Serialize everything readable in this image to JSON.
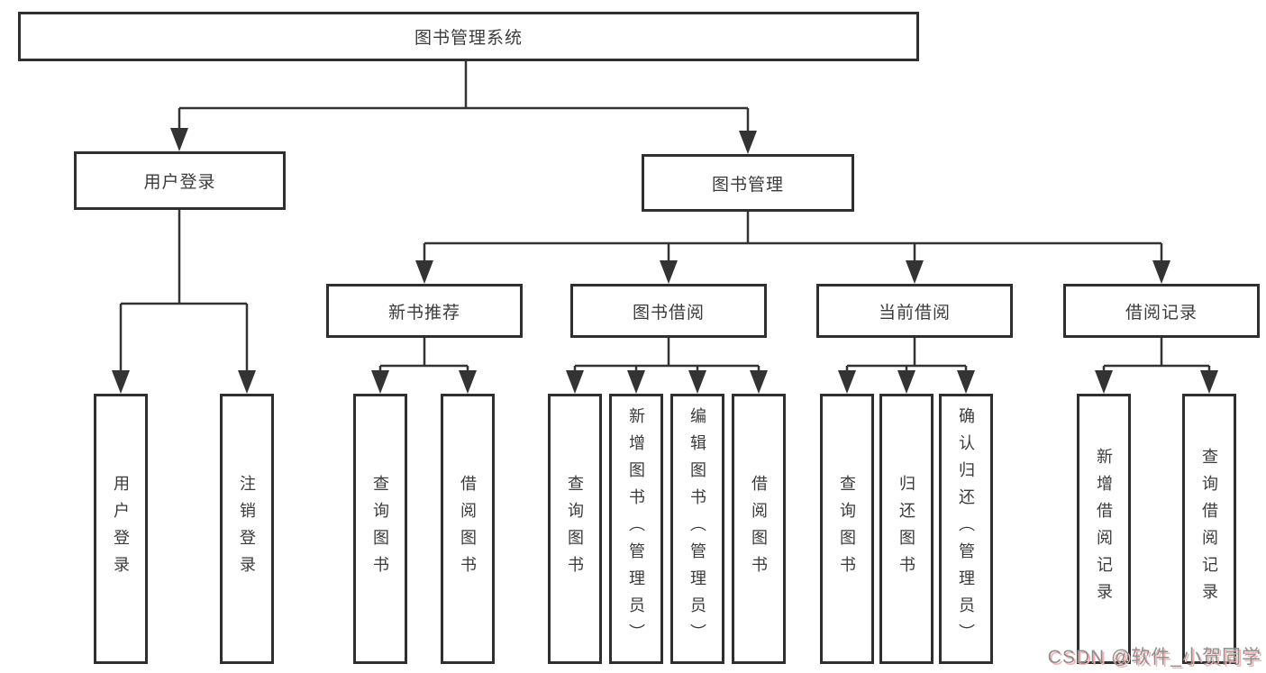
{
  "diagram": {
    "type": "tree",
    "root": {
      "label": "图书管理系统",
      "children": [
        {
          "label": "用户登录",
          "children": [
            {
              "label": "用户登录"
            },
            {
              "label": "注销登录"
            }
          ]
        },
        {
          "label": "图书管理",
          "children": [
            {
              "label": "新书推荐",
              "children": [
                {
                  "label": "查询图书"
                },
                {
                  "label": "借阅图书"
                }
              ]
            },
            {
              "label": "图书借阅",
              "children": [
                {
                  "label": "查询图书"
                },
                {
                  "label": "新增图书（管理员）"
                },
                {
                  "label": "编辑图书（管理员）"
                },
                {
                  "label": "借阅图书"
                }
              ]
            },
            {
              "label": "当前借阅",
              "children": [
                {
                  "label": "查询图书"
                },
                {
                  "label": "归还图书"
                },
                {
                  "label": "确认归还（管理员）"
                }
              ]
            },
            {
              "label": "借阅记录",
              "children": [
                {
                  "label": "新增借阅记录"
                },
                {
                  "label": "查询借阅记录"
                }
              ]
            }
          ]
        }
      ]
    },
    "colors": {
      "line": "#333333",
      "box_border": "#2f2f2f",
      "text": "#3b3b3b",
      "background": "#ffffff",
      "watermark_text": "#8f8f8f",
      "watermark_shadow": "#f2b3b3"
    }
  },
  "watermark": "CSDN @软件_小贺同学"
}
